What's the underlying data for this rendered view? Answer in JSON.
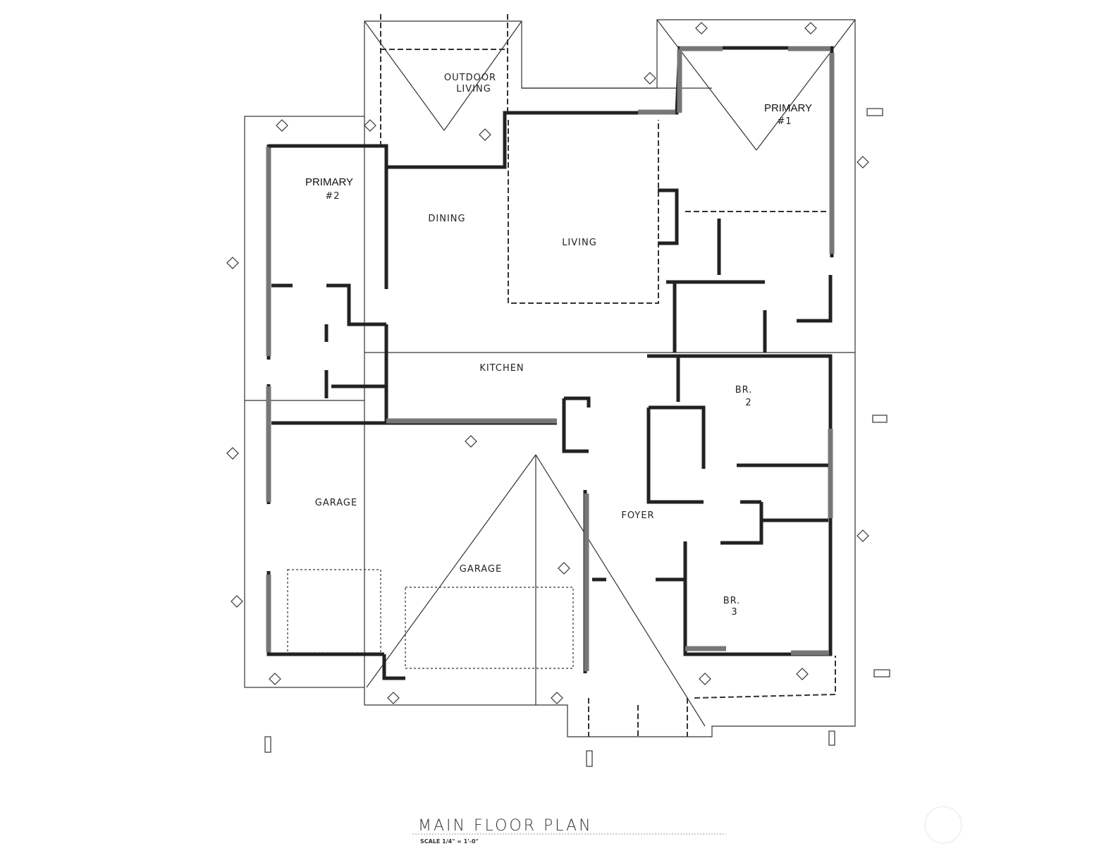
{
  "plan": {
    "title": "MAIN FLOOR PLAN",
    "scale": "SCALE 1/4\" = 1'-0\"",
    "rooms": {
      "outdoor_living_1": "OUTDOOR",
      "outdoor_living_2": "LIVING",
      "primary1": "PRIMARY",
      "primary1_num": "#1",
      "primary2": "PRIMARY",
      "primary2_num": "#2",
      "dining": "DINING",
      "living": "LIVING",
      "kitchen": "KITCHEN",
      "br2": "BR.",
      "br2_num": "2",
      "garage1": "GARAGE",
      "garage2": "GARAGE",
      "foyer": "FOYER",
      "br3": "BR.",
      "br3_num": "3"
    }
  }
}
